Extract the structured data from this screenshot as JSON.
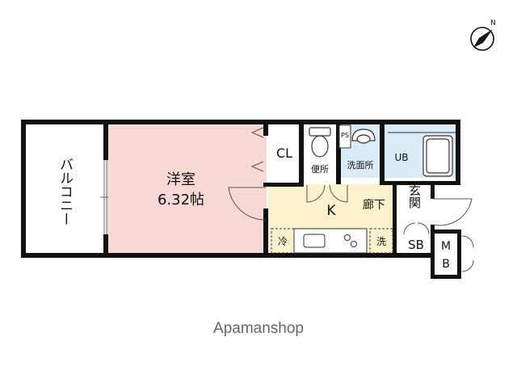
{
  "colors": {
    "wall": "#111111",
    "western_room_floor": "#f6d8d4",
    "kitchen_floor": "#fbf1cc",
    "bath_floor": "#dcebf8",
    "background": "#ffffff",
    "watermark": "#666666"
  },
  "compass": {
    "icon": "north-arrow-icon",
    "label": "N"
  },
  "rooms": {
    "balcony": "バルコニー",
    "western_room_name": "洋室",
    "western_room_size": "6.32帖",
    "closet": "CL",
    "toilet": "便所",
    "pipe_space": "PS",
    "washroom": "洗面所",
    "unit_bath": "UB",
    "kitchen": "K",
    "hallway": "廊下",
    "entrance": "玄関",
    "shoe_box": "SB",
    "meter_box_top": "M",
    "meter_box_bottom": "B",
    "fridge": "冷",
    "washer": "洗"
  },
  "watermark": "Apamanshop"
}
